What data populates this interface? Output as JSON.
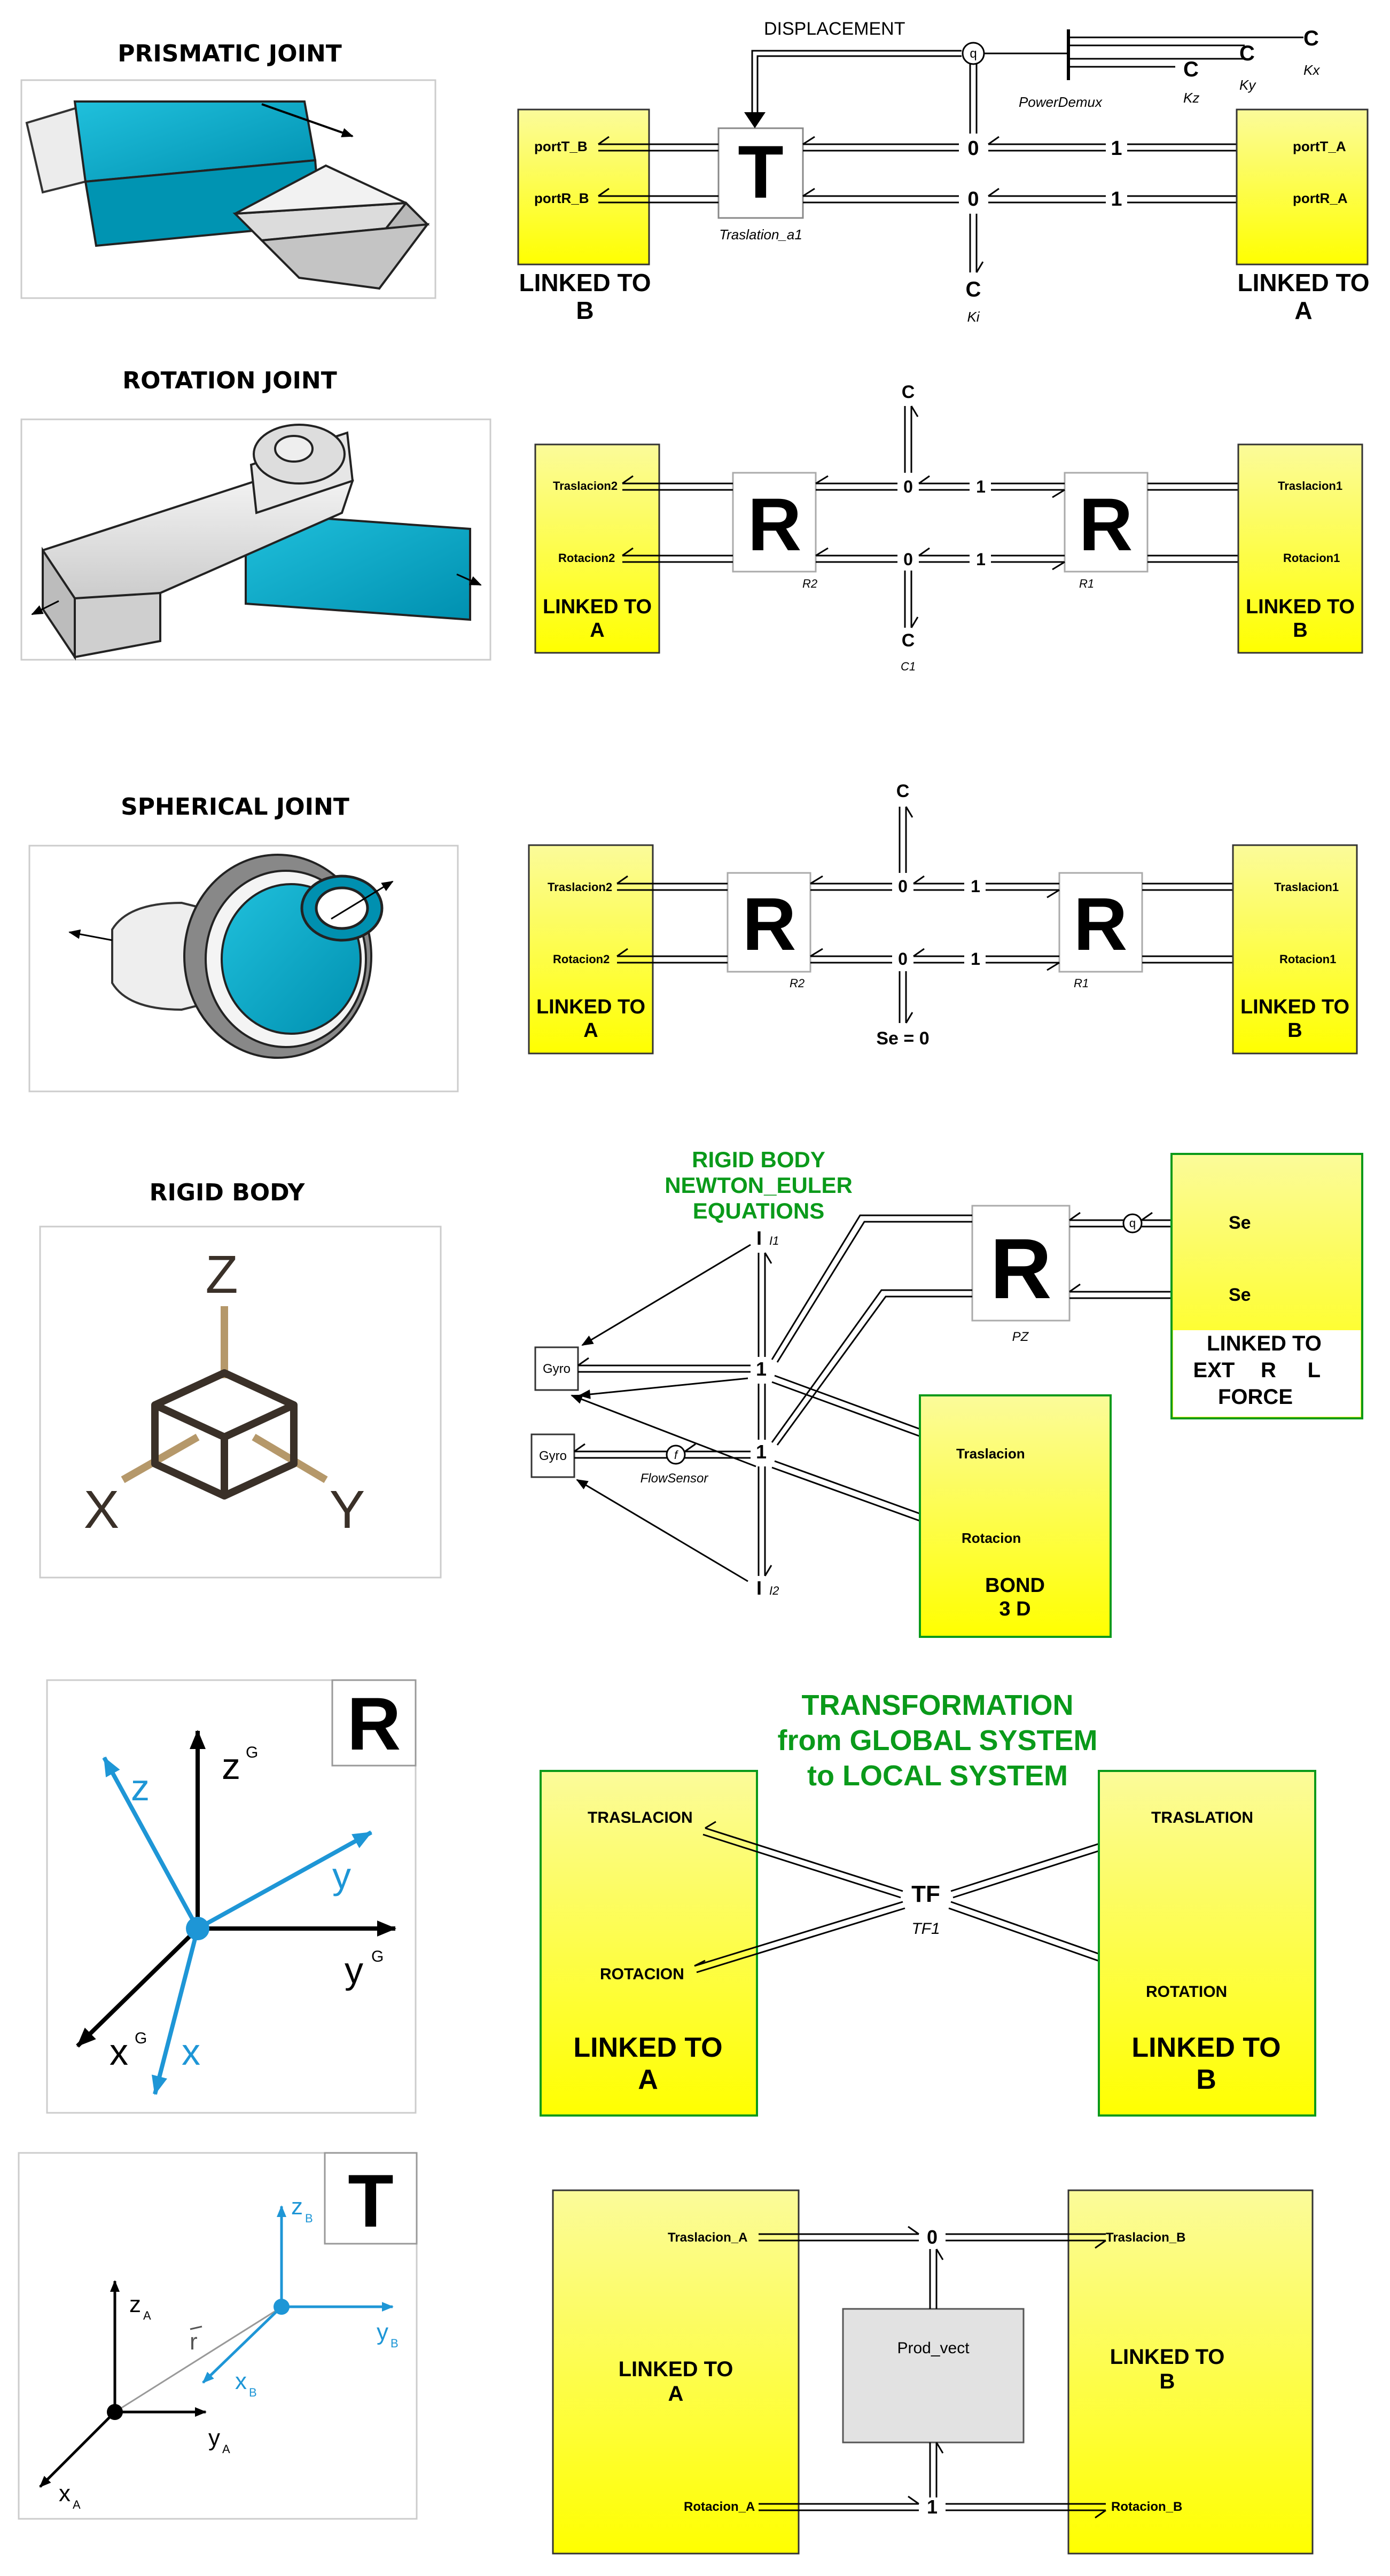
{
  "colors": {
    "yellow_top": "#fbfb9a",
    "yellow_bottom": "#ffff00",
    "green_text": "#0a9a1a",
    "cyan": "#00a8c6",
    "blue_axis": "#1e96d6",
    "tan": "#b5986a",
    "dark": "#3a3028"
  },
  "prismatic": {
    "title": "PRISMATIC JOINT",
    "displacement": "DISPLACEMENT",
    "left_ports": [
      "portT_B",
      "portR_B"
    ],
    "left_link": [
      "LINKED TO",
      "B"
    ],
    "right_ports": [
      "portT_A",
      "portR_A"
    ],
    "right_link": [
      "LINKED TO",
      "A"
    ],
    "t_letter": "T",
    "t_caption": "Traslation_a1",
    "junction0": "0",
    "junction1": "1",
    "q": "q",
    "c": "C",
    "power_demux": "PowerDemux",
    "kz": "Kz",
    "ky": "Ky",
    "kx": "Kx",
    "ki": "Ki"
  },
  "rotation": {
    "title": "ROTATION JOINT",
    "left_ports": [
      "Traslacion2",
      "Rotacion2"
    ],
    "left_link": [
      "LINKED TO",
      "A"
    ],
    "right_ports": [
      "Traslacion1",
      "Rotacion1"
    ],
    "right_link": [
      "LINKED TO",
      "B"
    ],
    "r_letter": "R",
    "r2": "R2",
    "r1": "R1",
    "c": "C",
    "c1": "C1",
    "j0": "0",
    "j1": "1"
  },
  "spherical": {
    "title": "SPHERICAL JOINT",
    "left_ports": [
      "Traslacion2",
      "Rotacion2"
    ],
    "left_link": [
      "LINKED TO",
      "A"
    ],
    "right_ports": [
      "Traslacion1",
      "Rotacion1"
    ],
    "right_link": [
      "LINKED TO",
      "B"
    ],
    "r_letter": "R",
    "r2": "R2",
    "r1": "R1",
    "c": "C",
    "se": "Se = 0",
    "j0": "0",
    "j1": "1"
  },
  "rigid": {
    "title": "RIGID BODY",
    "axis_z": "Z",
    "axis_x": "X",
    "axis_y": "Y",
    "green_title": [
      "RIGID BODY",
      "NEWTON_EULER",
      "EQUATIONS"
    ],
    "i1": "I1",
    "i2": "I2",
    "I": "I",
    "j1": "1",
    "gyro": "Gyro",
    "f": "f",
    "flow_sensor": "FlowSensor",
    "r_letter": "R",
    "pz": "PZ",
    "q": "q",
    "se": "Se",
    "ext_link": [
      "LINKED TO",
      "EXT",
      "R",
      "L",
      "FORCE"
    ],
    "bond_ports": [
      "Traslacion",
      "Rotacion"
    ],
    "bond_label": [
      "BOND",
      "3 D"
    ]
  },
  "transform": {
    "r_badge": "R",
    "axes_g": [
      "z",
      "y",
      "x"
    ],
    "sup_g": "G",
    "axes_local": [
      "z",
      "y",
      "x"
    ],
    "green_title": [
      "TRANSFORMATION",
      "from GLOBAL SYSTEM",
      "to LOCAL SYSTEM"
    ],
    "left_ports": [
      "TRASLACION",
      "ROTACION"
    ],
    "left_link": [
      "LINKED TO",
      "A"
    ],
    "right_ports": [
      "TRASLATION",
      "ROTATION"
    ],
    "right_link": [
      "LINKED TO",
      "B"
    ],
    "tf": "TF",
    "tf1": "TF1"
  },
  "translation": {
    "t_badge": "T",
    "axes_a": [
      "z",
      "y",
      "x"
    ],
    "sub_a": "A",
    "axes_b": [
      "z",
      "y",
      "x"
    ],
    "sub_b": "B",
    "r_vec": "r",
    "left_ports": [
      "Traslacion_A",
      "Rotacion_A"
    ],
    "left_link": [
      "LINKED TO",
      "A"
    ],
    "right_ports": [
      "Traslacion_B",
      "Rotacion_B"
    ],
    "right_link": [
      "LINKED TO",
      "B"
    ],
    "prod": "Prod_vect",
    "j0": "0",
    "j1": "1"
  }
}
